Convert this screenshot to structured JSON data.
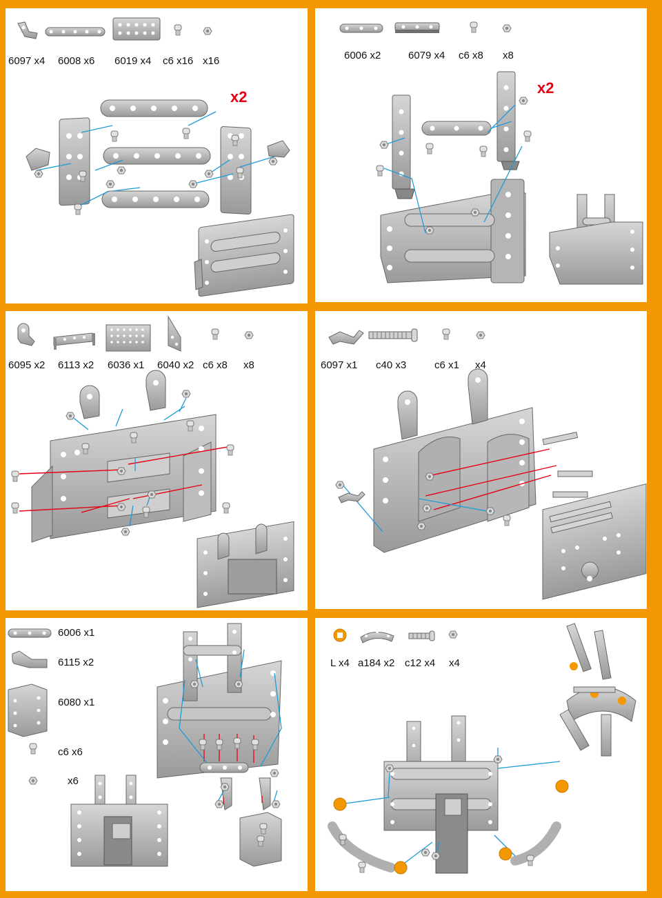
{
  "colors": {
    "frame": "#f39800",
    "metal": "#b8b8b8",
    "metal_dark": "#7a7a7a",
    "blue_line": "#1e9bd7",
    "red_line": "#e60012",
    "orange_part": "#f39800",
    "x2_text": "#e60012"
  },
  "step1": {
    "parts": [
      {
        "code": "6097 x4",
        "icon": "angle-bracket-icon"
      },
      {
        "code": "6008 x6",
        "icon": "strip-5-hole-icon"
      },
      {
        "code": "6019 x4",
        "icon": "plate-2x5-icon"
      },
      {
        "code": "c6 x16",
        "icon": "screw-icon"
      },
      {
        "code": "x16",
        "icon": "nut-icon"
      }
    ],
    "multiplier": "x2"
  },
  "step2": {
    "parts": [
      {
        "code": "6006 x2",
        "icon": "strip-3-hole-icon"
      },
      {
        "code": "6079 x4",
        "icon": "angle-strip-icon"
      },
      {
        "code": "c6 x8",
        "icon": "screw-icon"
      },
      {
        "code": "x8",
        "icon": "nut-icon"
      }
    ],
    "multiplier": "x2"
  },
  "step3": {
    "parts": [
      {
        "code": "6095 x2",
        "icon": "round-bracket-icon"
      },
      {
        "code": "6113 x2",
        "icon": "flanged-plate-icon"
      },
      {
        "code": "6036 x1",
        "icon": "flat-plate-5x7-icon"
      },
      {
        "code": "6040 x2",
        "icon": "triangle-plate-icon"
      },
      {
        "code": "c6 x8",
        "icon": "screw-icon"
      },
      {
        "code": "x8",
        "icon": "nut-icon"
      }
    ]
  },
  "step4": {
    "parts": [
      {
        "code": "6097 x1",
        "icon": "angle-bracket-icon"
      },
      {
        "code": "c40 x3",
        "icon": "long-screw-icon"
      },
      {
        "code": "c6 x1",
        "icon": "screw-icon"
      },
      {
        "code": "x4",
        "icon": "nut-icon"
      }
    ]
  },
  "step5": {
    "parts": [
      {
        "code": "6006 x1",
        "icon": "strip-3-hole-icon"
      },
      {
        "code": "6115 x2",
        "icon": "angle-bracket-icon"
      },
      {
        "code": "6080 x1",
        "icon": "u-channel-icon"
      },
      {
        "code": "c6 x6",
        "icon": "screw-icon"
      },
      {
        "code": "x6",
        "icon": "nut-icon"
      }
    ]
  },
  "step6": {
    "parts": [
      {
        "code": "L x4",
        "icon": "orange-washer-icon"
      },
      {
        "code": "a184 x2",
        "icon": "curved-strip-icon"
      },
      {
        "code": "c12 x4",
        "icon": "medium-screw-icon"
      },
      {
        "code": "x4",
        "icon": "nut-icon"
      }
    ]
  }
}
